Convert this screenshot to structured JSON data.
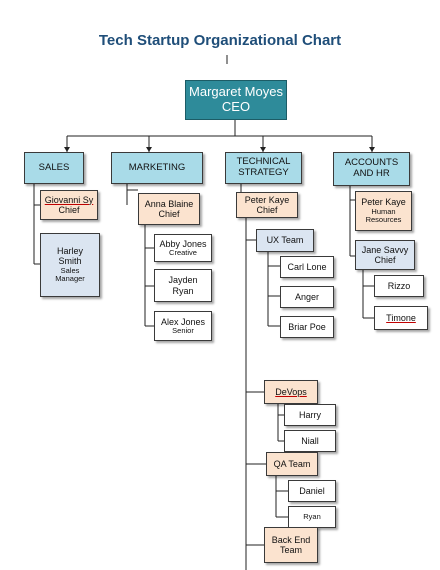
{
  "title": "Tech Startup Organizational Chart",
  "ceo": {
    "name": "Margaret Moyes",
    "role": "CEO"
  },
  "departments": {
    "sales": {
      "label": "SALES",
      "chief_name": "Giovanni Sy",
      "chief_role": "Chief",
      "manager_first": "Harley",
      "manager_last": "Smith",
      "manager_role": "Sales",
      "manager_role2": "Manager"
    },
    "marketing": {
      "label": "MARKETING",
      "chief_name": "Anna Blaine",
      "chief_role": "Chief",
      "members": [
        {
          "name": "Abby Jones",
          "role": "Creative"
        },
        {
          "name": "Jayden",
          "name2": "Ryan"
        },
        {
          "name": "Alex Jones",
          "role": "Senior"
        }
      ]
    },
    "technical": {
      "label1": "TECHNICAL",
      "label2": "STRATEGY",
      "chief_name": "Peter Kaye",
      "chief_role": "Chief",
      "ux": {
        "label": "UX Team",
        "members": [
          "Carl Lone",
          "Anger",
          "Briar Poe"
        ]
      },
      "devops": {
        "label": "DeVops",
        "members": [
          "Harry",
          "Niall"
        ]
      },
      "qa": {
        "label": "QA Team",
        "members": [
          "Daniel",
          "Ryan"
        ]
      },
      "backend": {
        "label1": "Back End",
        "label2": "Team"
      }
    },
    "accounts": {
      "label1": "ACCOUNTS",
      "label2": "AND HR",
      "chief_name": "Peter Kaye",
      "chief_role1": "Human",
      "chief_role2": "Resources",
      "sub_name": "Jane Savvy",
      "sub_role": "Chief",
      "members": [
        "Rizzo",
        "Timone"
      ]
    }
  },
  "colors": {
    "title": "#1f4e79",
    "ceo": "#2e8b9a",
    "department": "#a9dbe8",
    "chief": "#fbe3cf",
    "manager": "#dbe5f1"
  }
}
